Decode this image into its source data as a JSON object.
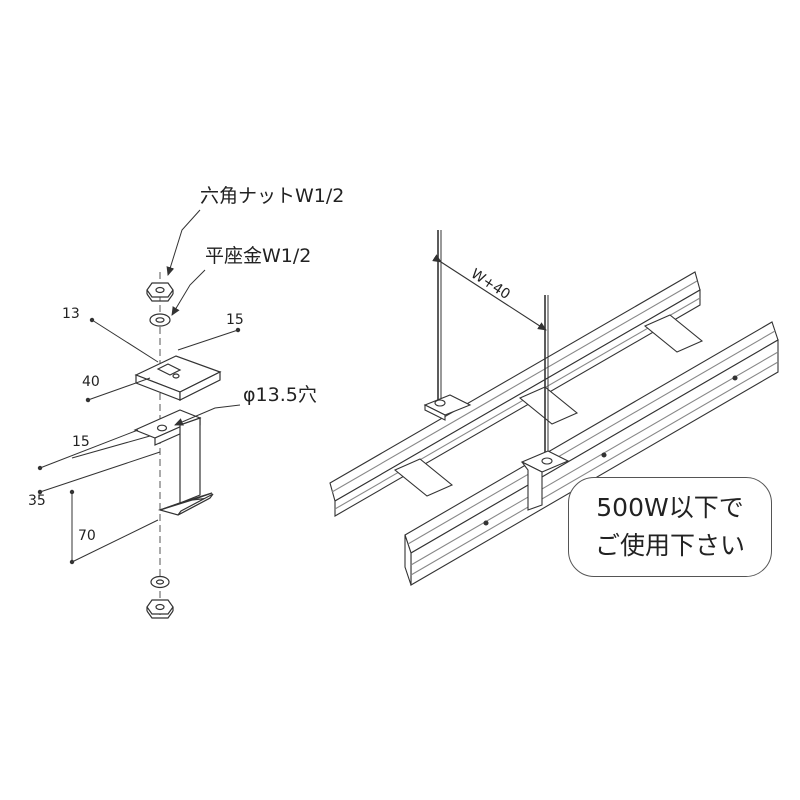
{
  "labels": {
    "hex_nut": "六角ナットW1/2",
    "washer": "平座金W1/2",
    "hole": "φ13.5穴",
    "span": "W+40"
  },
  "dimensions": {
    "d13": "13",
    "d15_top": "15",
    "d40": "40",
    "d15_side": "15",
    "d35": "35",
    "d70": "70"
  },
  "note": {
    "line1": "500W以下で",
    "line2": "ご使用下さい"
  }
}
